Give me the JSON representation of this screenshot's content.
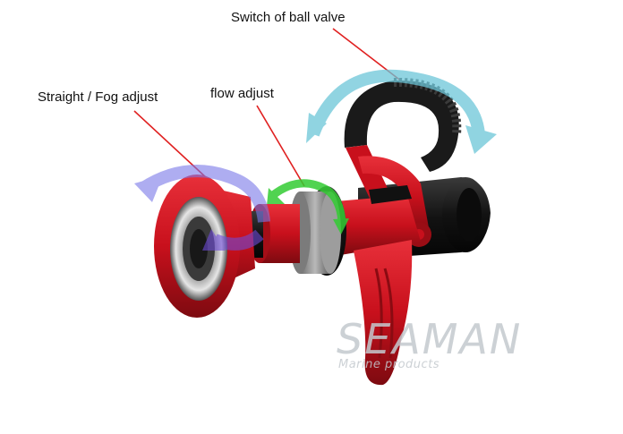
{
  "labels": {
    "ball_valve": "Switch of ball valve",
    "straight_fog": "Straight / Fog adjust",
    "flow": "flow adjust"
  },
  "watermark": {
    "brand": "SEAMAN",
    "tagline": "Marine products"
  },
  "colors": {
    "body_red": "#c8101c",
    "dark_red": "#7d0a10",
    "black": "#111111",
    "leader_line": "#e02020",
    "arrow_cyan": "#6cc6d8",
    "arrow_blue": "#7a78e8",
    "arrow_green": "#33cc33"
  }
}
